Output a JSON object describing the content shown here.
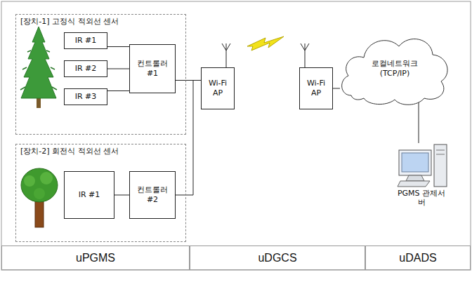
{
  "diagram": {
    "nodes": [
      {
        "text": [
          "[장치-1] 고정식 적외선 센서"
        ]
      },
      {
        "text": [
          "IR #1"
        ],
        "in": 0
      },
      {
        "text": [
          "IR #2"
        ],
        "in": 0
      },
      {
        "text": [
          "IR #3"
        ],
        "in": 0
      },
      {
        "text": [
          "컨트롤러 #1"
        ],
        "in": 0
      },
      {
        "text": [
          "[장치-2] 회전식 적외선 센서"
        ]
      },
      {
        "text": [
          "IR #1"
        ],
        "in": 5
      },
      {
        "text": [
          "컨트롤러 #2"
        ],
        "in": 5
      },
      {
        "text": [
          "Wi-Fi AP"
        ]
      },
      {
        "text": [
          "Wi-Fi AP"
        ]
      },
      {
        "text": [
          "로컬네트워크 (TCP/IP)"
        ]
      },
      {
        "text": [
          "PGMS 관제서버"
        ]
      },
      {
        "text": [
          "uPGMS"
        ]
      },
      {
        "text": [
          "uDGCS"
        ]
      },
      {
        "text": [
          "uDADS"
        ]
      }
    ],
    "edges": [
      {
        "from": 1,
        "to": 4,
        "arrow": "none"
      },
      {
        "from": 2,
        "to": 4,
        "arrow": "none"
      },
      {
        "from": 3,
        "to": 4,
        "arrow": "none"
      },
      {
        "from": 6,
        "to": 7,
        "arrow": "none"
      },
      {
        "from": 4,
        "to": 8,
        "arrow": "none"
      },
      {
        "from": 7,
        "to": 8,
        "arrow": "none"
      },
      {
        "from": 9,
        "to": 10,
        "arrow": "none"
      },
      {
        "from": 10,
        "to": 11,
        "arrow": "none"
      }
    ]
  }
}
